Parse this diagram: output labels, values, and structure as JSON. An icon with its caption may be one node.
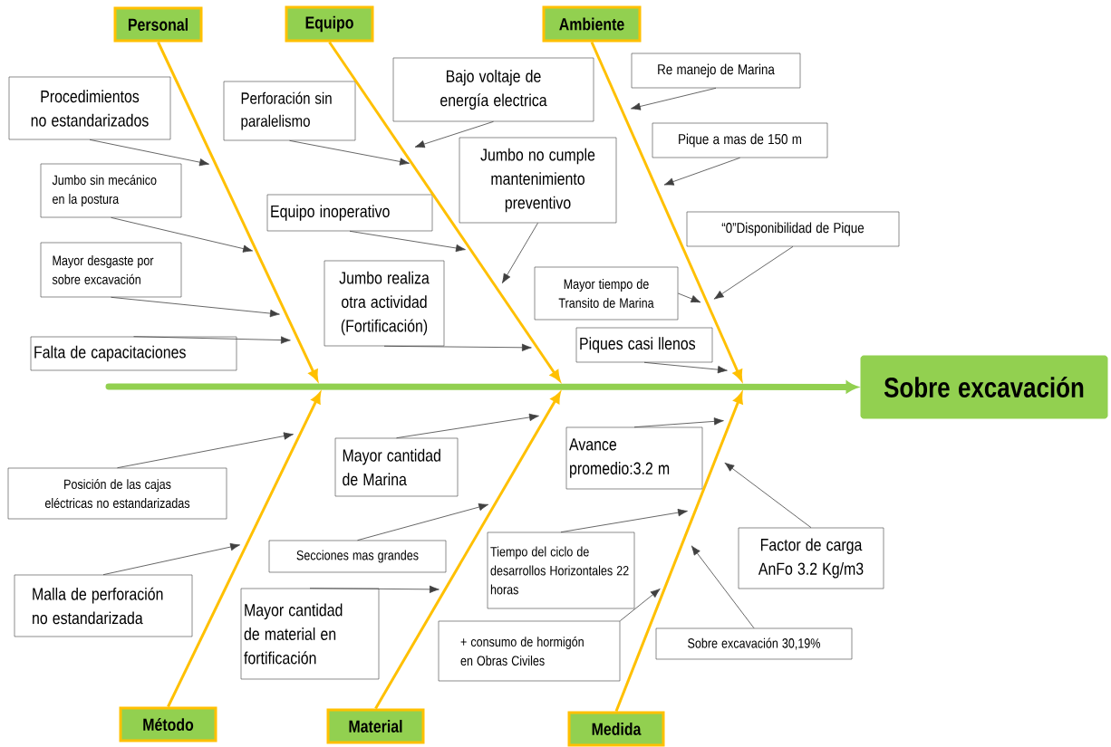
{
  "diagram": {
    "nodes": [
      {
        "text": [
          "Sobre excavación"
        ]
      },
      {
        "text": [
          "Personal"
        ]
      },
      {
        "text": [
          "Equipo"
        ]
      },
      {
        "text": [
          "Ambiente"
        ]
      },
      {
        "text": [
          "Método"
        ]
      },
      {
        "text": [
          "Material"
        ]
      },
      {
        "text": [
          "Medida"
        ]
      },
      {
        "text": [
          "Procedimientos no estandarizados"
        ]
      },
      {
        "text": [
          "Jumbo sin mecánico en la postura"
        ]
      },
      {
        "text": [
          "Mayor desgaste por sobre excavación"
        ]
      },
      {
        "text": [
          "Falta de capacitaciones"
        ]
      },
      {
        "text": [
          "Perforación sin paralelismo"
        ]
      },
      {
        "text": [
          "Bajo voltaje de energía electrica"
        ]
      },
      {
        "text": [
          "Jumbo no cumple mantenimiento preventivo"
        ]
      },
      {
        "text": [
          "Equipo inoperativo"
        ]
      },
      {
        "text": [
          "Jumbo realiza otra actividad (Fortificación)"
        ]
      },
      {
        "text": [
          "Re manejo de Marina"
        ]
      },
      {
        "text": [
          "Pique a mas de 150 m"
        ]
      },
      {
        "text": [
          "“0”Disponibilidad de Pique"
        ]
      },
      {
        "text": [
          "Mayor tiempo de Transito de Marina"
        ]
      },
      {
        "text": [
          "Piques casi llenos"
        ]
      },
      {
        "text": [
          "Posición de las cajas eléctricas no estandarizadas"
        ]
      },
      {
        "text": [
          "Malla de perforación no estandarizada"
        ]
      },
      {
        "text": [
          "Mayor cantidad de Marina"
        ]
      },
      {
        "text": [
          "Secciones mas grandes"
        ]
      },
      {
        "text": [
          "Mayor cantidad de material en fortificación"
        ]
      },
      {
        "text": [
          "Avance promedio:3.2 m"
        ]
      },
      {
        "text": [
          "Tiempo del ciclo de desarrollos Horizontales 22 horas"
        ]
      },
      {
        "text": [
          "+ consumo de hormigón en Obras Civiles"
        ]
      },
      {
        "text": [
          "Factor de carga AnFo 3.2 Kg/m3"
        ]
      },
      {
        "text": [
          "Sobre excavación 30,19%"
        ]
      }
    ],
    "edges": [
      {
        "from": null,
        "to": 0,
        "arrow": "to",
        "style": "thick",
        "color": "#92d050"
      },
      {
        "from": 1,
        "to": null,
        "arrow": "to",
        "style": "thick",
        "color": "#ffc000"
      },
      {
        "from": 2,
        "to": null,
        "arrow": "to",
        "style": "thick",
        "color": "#ffc000"
      },
      {
        "from": 3,
        "to": null,
        "arrow": "to",
        "style": "thick",
        "color": "#ffc000"
      },
      {
        "from": 4,
        "to": null,
        "arrow": "to",
        "style": "thick",
        "color": "#ffc000"
      },
      {
        "from": 5,
        "to": null,
        "arrow": "to",
        "style": "thick",
        "color": "#ffc000"
      },
      {
        "from": 6,
        "to": null,
        "arrow": "to",
        "style": "thick",
        "color": "#ffc000"
      },
      {
        "from": 7,
        "to": null,
        "arrow": "to"
      },
      {
        "from": 8,
        "to": null,
        "arrow": "to"
      },
      {
        "from": 9,
        "to": null,
        "arrow": "to"
      },
      {
        "from": 10,
        "to": null,
        "arrow": "to"
      },
      {
        "from": 11,
        "to": null,
        "arrow": "to"
      },
      {
        "from": 12,
        "to": null,
        "arrow": "to"
      },
      {
        "from": 13,
        "to": null,
        "arrow": "to"
      },
      {
        "from": 14,
        "to": null,
        "arrow": "to"
      },
      {
        "from": 15,
        "to": null,
        "arrow": "to"
      },
      {
        "from": 16,
        "to": null,
        "arrow": "to"
      },
      {
        "from": 17,
        "to": null,
        "arrow": "to"
      },
      {
        "from": 18,
        "to": null,
        "arrow": "to"
      },
      {
        "from": 19,
        "to": null,
        "arrow": "to"
      },
      {
        "from": 20,
        "to": null,
        "arrow": "to"
      },
      {
        "from": 21,
        "to": null,
        "arrow": "to"
      },
      {
        "from": 22,
        "to": null,
        "arrow": "to"
      },
      {
        "from": 23,
        "to": null,
        "arrow": "to"
      },
      {
        "from": 24,
        "to": null,
        "arrow": "to"
      },
      {
        "from": 25,
        "to": null,
        "arrow": "to"
      },
      {
        "from": 26,
        "to": null,
        "arrow": "to"
      },
      {
        "from": 27,
        "to": null,
        "arrow": "to"
      },
      {
        "from": 28,
        "to": null,
        "arrow": "to"
      },
      {
        "from": 29,
        "to": null,
        "arrow": "to"
      },
      {
        "from": 30,
        "to": null,
        "arrow": "to"
      }
    ]
  }
}
